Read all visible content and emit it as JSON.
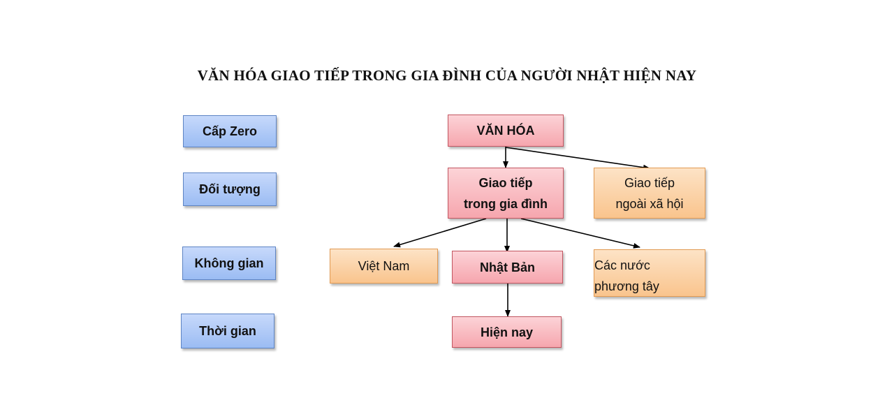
{
  "title": "VĂN HÓA GIAO TIẾP TRONG GIA ĐÌNH CỦA NGƯỜI NHẬT HIỆN NAY",
  "levels": [
    "Cấp Zero",
    "Đối tượng",
    "Không gian",
    "Thời gian"
  ],
  "nodes": {
    "van_hoa": "VĂN HÓA",
    "giao_tiep_gia_dinh": [
      "Giao tiếp",
      "trong gia đình"
    ],
    "giao_tiep_xa_hoi": [
      "Giao tiếp",
      "ngoài xã hội"
    ],
    "viet_nam": "Việt Nam",
    "nhat_ban": "Nhật Bản",
    "cac_nuoc": [
      "Các nước",
      "phương tây"
    ],
    "hien_nay": "Hiện nay"
  },
  "colors": {
    "level": "#9bbcf3",
    "main_path": "#f6a6ae",
    "side_branch": "#f9c48d"
  },
  "edges": [
    [
      "VĂN HÓA",
      "Giao tiếp trong gia đình"
    ],
    [
      "VĂN HÓA",
      "Giao tiếp ngoài xã hội"
    ],
    [
      "Giao tiếp trong gia đình",
      "Việt Nam"
    ],
    [
      "Giao tiếp trong gia đình",
      "Nhật Bản"
    ],
    [
      "Giao tiếp trong gia đình",
      "Các nước phương tây"
    ],
    [
      "Nhật Bản",
      "Hiện nay"
    ]
  ]
}
